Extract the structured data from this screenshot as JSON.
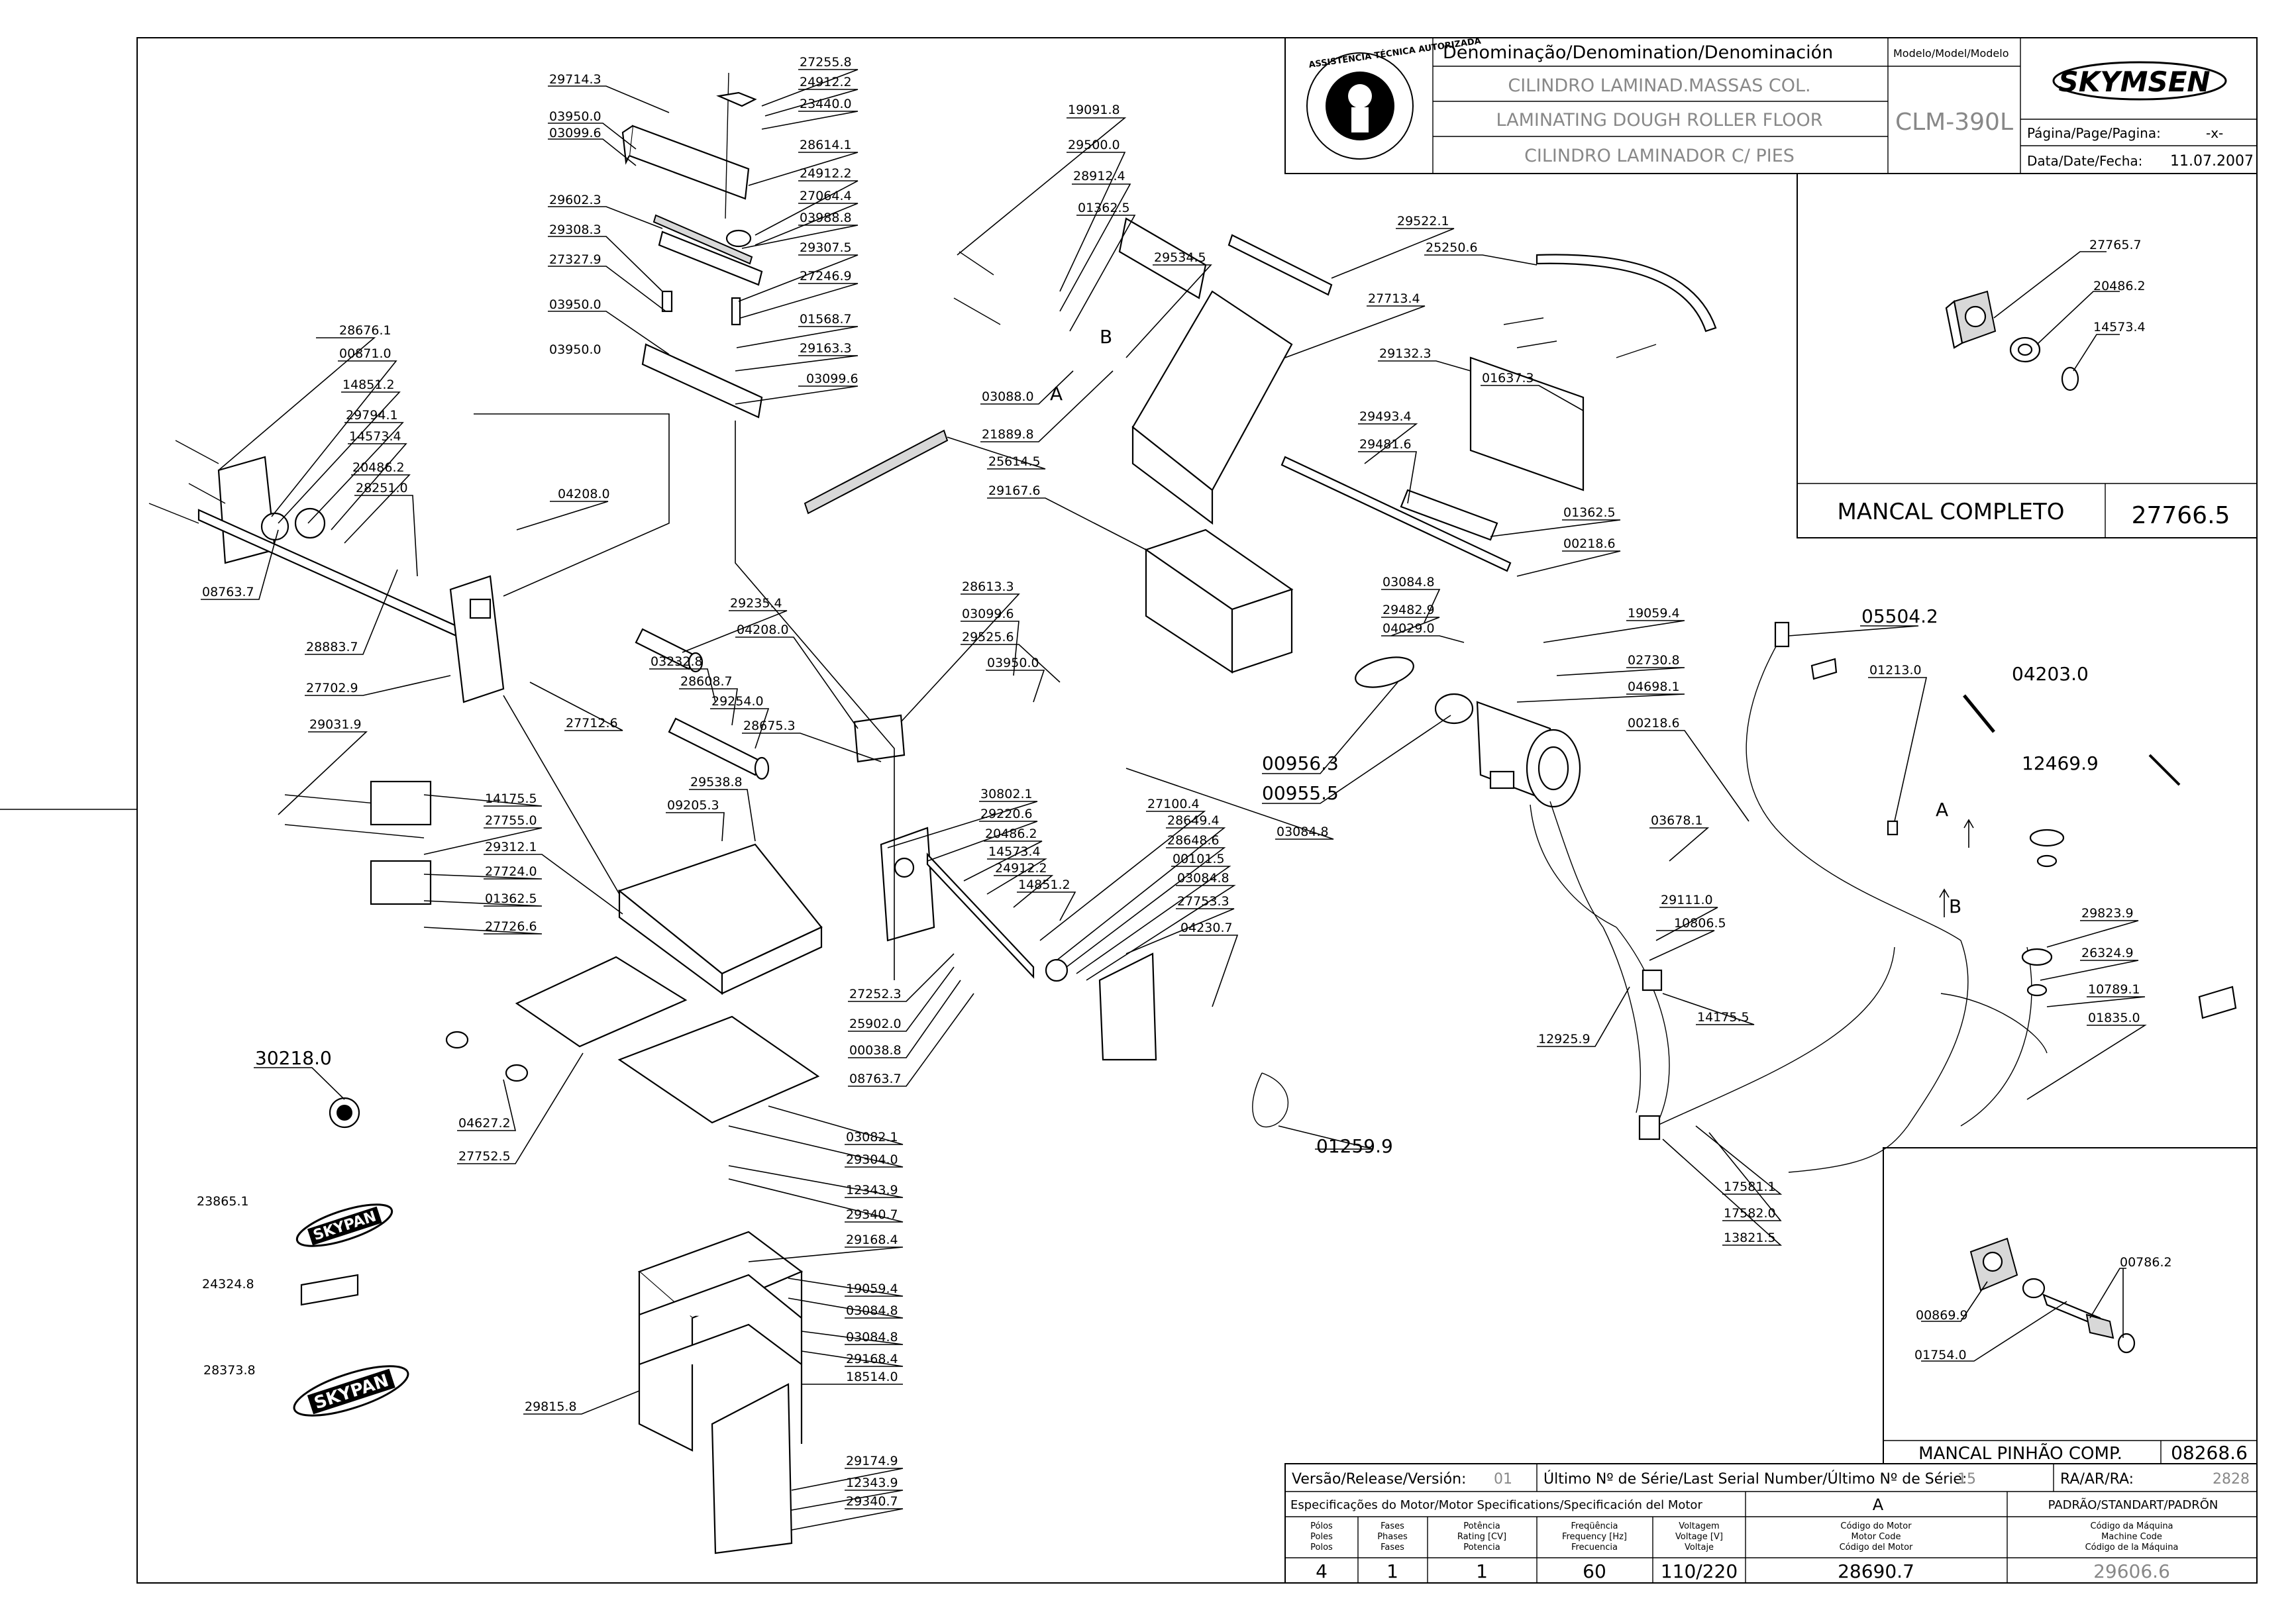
{
  "title_block": {
    "denomination_header": "Denominação/Denomination/Denominación",
    "model_header": "Modelo/Model/Modelo",
    "name_pt": "CILINDRO LAMINAD.MASSAS COL.",
    "name_en": "LAMINATING DOUGH ROLLER FLOOR",
    "name_es": "CILINDRO LAMINADOR C/ PIES",
    "model": "CLM-390L",
    "brand": "SKYMSEN",
    "page_label": "Página/Page/Pagina:",
    "page_value": "-x-",
    "date_label": "Data/Date/Fecha:",
    "date_value": "11.07.2007",
    "seal_text": "ASSISTÊNCIA TÉCNICA AUTORIZADA"
  },
  "inset_top": {
    "title": "MANCAL COMPLETO",
    "code": "27766.5",
    "labels": [
      "27765.7",
      "20486.2",
      "14573.4"
    ]
  },
  "inset_bottom": {
    "title": "MANCAL PINHÃO COMP.",
    "code": "08268.6",
    "labels": [
      "00786.2",
      "00869.9",
      "01754.0"
    ]
  },
  "release_row": {
    "version_label": "Versão/Release/Versión:",
    "version_value": "01",
    "serial_label": "Último Nº de Série/Last Serial Number/Último Nº de Série:",
    "serial_value": "15",
    "ra_label": "RA/AR/RA:",
    "ra_value": "2828"
  },
  "motor_specs": {
    "header": "Especificações do Motor/Motor Specifications/Specificación del Motor",
    "version_col": "A",
    "standard_col": "PADRÃO/STANDART/PADRÕN",
    "col_poles": [
      "Pólos",
      "Poles",
      "Polos"
    ],
    "col_phases": [
      "Fases",
      "Phases",
      "Fases"
    ],
    "col_power": [
      "Potência",
      "Rating [CV]",
      "Potencia"
    ],
    "col_freq": [
      "Freqüência",
      "Frequency [Hz]",
      "Frecuencia"
    ],
    "col_voltage": [
      "Voltagem",
      "Voltage [V]",
      "Voltaje"
    ],
    "col_motor_code": [
      "Código do Motor",
      "Motor Code",
      "Código del Motor"
    ],
    "col_machine_code": [
      "Código da Máquina",
      "Machine Code",
      "Código de la Máquina"
    ],
    "poles": "4",
    "phases": "1",
    "power": "1",
    "frequency": "60",
    "voltage": "110/220",
    "motor_code": "28690.7",
    "machine_code": "29606.6"
  },
  "letters": [
    "A",
    "B",
    "A",
    "B"
  ],
  "logos": {
    "skypan": "SKYPAN"
  },
  "labels": {
    "l001": "29714.3",
    "l002": "27255.8",
    "l003": "24912.2",
    "l004": "23440.0",
    "l005": "03950.0",
    "l006": "03099.6",
    "l007": "28614.1",
    "l008": "24912.2",
    "l009": "27064.4",
    "l010": "03988.8",
    "l011": "29602.3",
    "l012": "29308.3",
    "l013": "29307.5",
    "l014": "27327.9",
    "l015": "27246.9",
    "l016": "03950.0",
    "l017": "01568.7",
    "l018": "29163.3",
    "l019": "03950.0",
    "l020": "03099.6",
    "l021": "19091.8",
    "l022": "29500.0",
    "l023": "28912.4",
    "l024": "01362.5",
    "l025": "29534.5",
    "l026": "29522.1",
    "l027": "25250.6",
    "l028": "27713.4",
    "l029": "29132.3",
    "l030": "01637.3",
    "l031": "03088.0",
    "l032": "21889.8",
    "l033": "25614.5",
    "l034": "29167.6",
    "l035": "29493.4",
    "l036": "29481.6",
    "l037": "01362.5",
    "l038": "00218.6",
    "l039": "28676.1",
    "l040": "00871.0",
    "l041": "14851.2",
    "l042": "29794.1",
    "l043": "14573.4",
    "l044": "20486.2",
    "l045": "28251.0",
    "l046": "04208.0",
    "l047": "08763.7",
    "l048": "28883.7",
    "l049": "27702.9",
    "l050": "27712.6",
    "l051": "29235.4",
    "l052": "04208.0",
    "l053": "03232.8",
    "l054": "28608.7",
    "l055": "29254.0",
    "l056": "28675.3",
    "l057": "28613.3",
    "l058": "03099.6",
    "l059": "29525.6",
    "l060": "03950.0",
    "l061": "03084.8",
    "l062": "29482.9",
    "l063": "04029.0",
    "l064": "19059.4",
    "l065": "02730.8",
    "l066": "04698.1",
    "l067": "00218.6",
    "l068": "05504.2",
    "l069": "01213.0",
    "l070": "04203.0",
    "l071": "12469.9",
    "l072": "00956.3",
    "l073": "00955.5",
    "l074": "03084.8",
    "l075": "29031.9",
    "l076": "14175.5",
    "l077": "27755.0",
    "l078": "29312.1",
    "l079": "27724.0",
    "l080": "01362.5",
    "l081": "27726.6",
    "l082": "29538.8",
    "l083": "09205.3",
    "l084": "30802.1",
    "l085": "29220.6",
    "l086": "20486.2",
    "l087": "14573.4",
    "l088": "24912.2",
    "l089": "14851.2",
    "l090": "27100.4",
    "l091": "28649.4",
    "l092": "28648.6",
    "l093": "00101.5",
    "l094": "03084.8",
    "l095": "27753.3",
    "l096": "04230.7",
    "l097": "27252.3",
    "l098": "25902.0",
    "l099": "00038.8",
    "l100": "08763.7",
    "l101": "03678.1",
    "l102": "29111.0",
    "l103": "10806.5",
    "l104": "14175.5",
    "l105": "12925.9",
    "l106": "29823.9",
    "l107": "26324.9",
    "l108": "10789.1",
    "l109": "01835.0",
    "l110": "17581.1",
    "l111": "17582.0",
    "l112": "13821.5",
    "l113": "30218.0",
    "l114": "04627.2",
    "l115": "27752.5",
    "l116": "03082.1",
    "l117": "29304.0",
    "l118": "12343.9",
    "l119": "29340.7",
    "l120": "01259.9",
    "l121": "23865.1",
    "l122": "24324.8",
    "l123": "28373.8",
    "l124": "29168.4",
    "l125": "19059.4",
    "l126": "03084.8",
    "l127": "03084.8",
    "l128": "29168.4",
    "l129": "18514.0",
    "l130": "29815.8",
    "l131": "29174.9",
    "l132": "12343.9",
    "l133": "29340.7"
  }
}
